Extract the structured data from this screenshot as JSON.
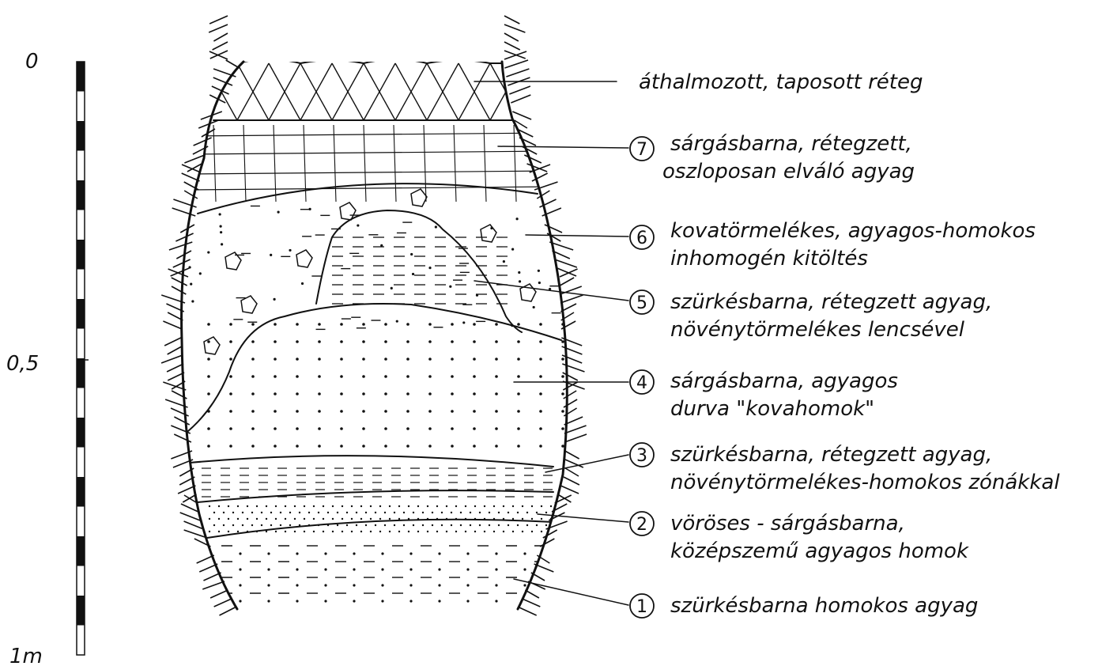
{
  "scale": {
    "top_label": "0",
    "mid_label": "0,5",
    "bottom_label": "1m"
  },
  "top_layer": {
    "label": "áthalmozott, taposott réteg"
  },
  "layers": [
    {
      "number": "7",
      "line1": "sárgásbarna, rétegzett,",
      "line2": "oszloposan elváló agyag"
    },
    {
      "number": "6",
      "line1": "kovatörmelékes, agyagos-homokos",
      "line2": "inhomogén kitöltés"
    },
    {
      "number": "5",
      "line1": "szürkésbarna, rétegzett agyag,",
      "line2": "növénytörmelékes lencsével"
    },
    {
      "number": "4",
      "line1": "sárgásbarna, agyagos",
      "line2": "durva \"kovahomok\""
    },
    {
      "number": "3",
      "line1": "szürkésbarna, rétegzett agyag,",
      "line2": "növénytörmelékes-homokos zónákkal"
    },
    {
      "number": "2",
      "line1": "vöröses - sárgásbarna,",
      "line2": "középszemű agyagos homok"
    },
    {
      "number": "1",
      "line1": "szürkésbarna homokos agyag",
      "line2": ""
    }
  ]
}
